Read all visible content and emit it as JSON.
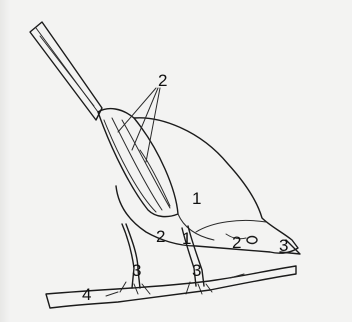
{
  "image": {
    "labels": {
      "wing": "2",
      "body": "1",
      "chest_left": "2",
      "leg_top": "1",
      "neck": "2",
      "beak": "3",
      "foot_left": "3",
      "foot_right": "3",
      "branch": "4"
    }
  }
}
